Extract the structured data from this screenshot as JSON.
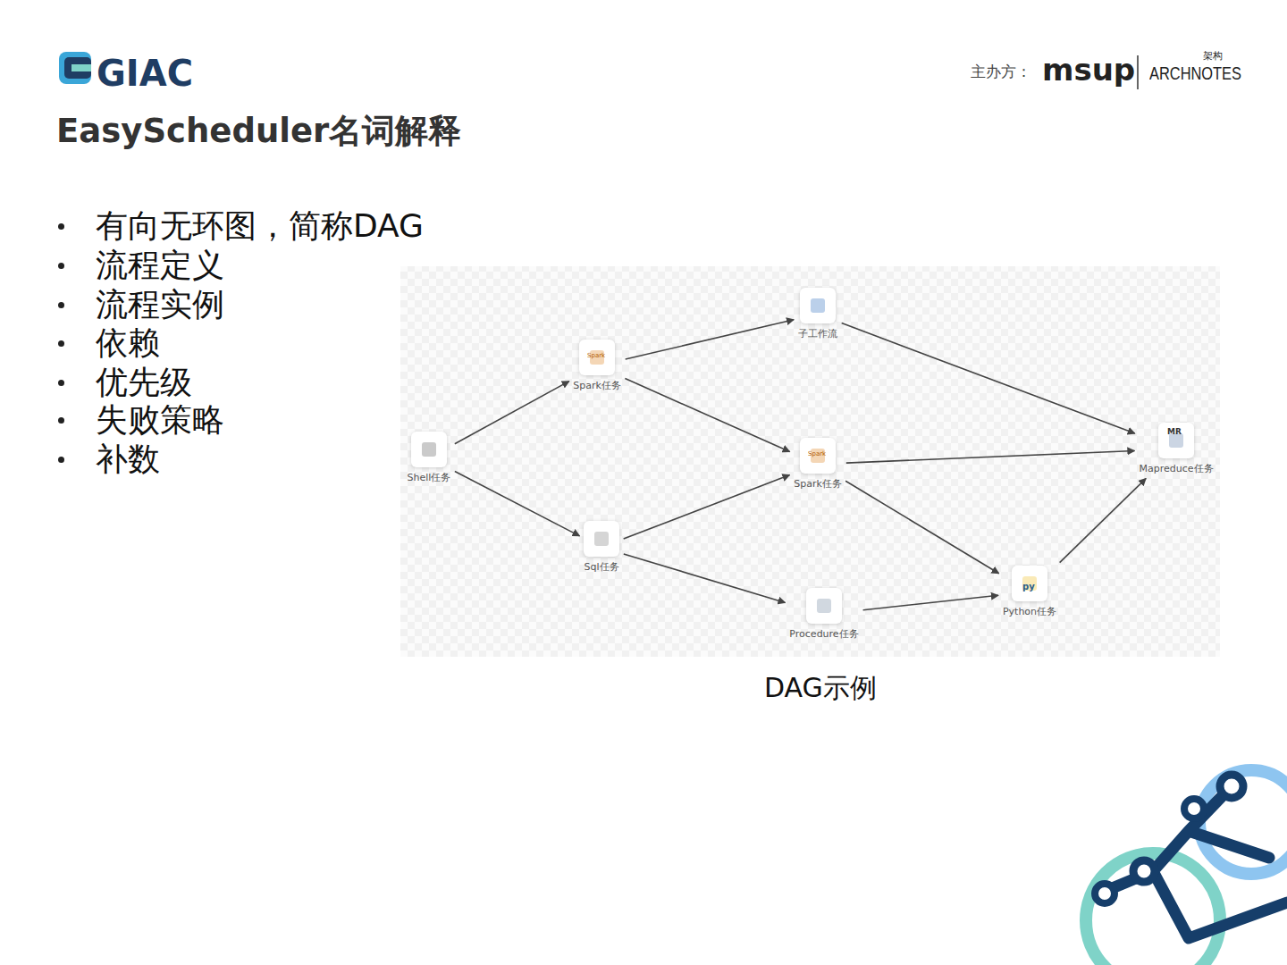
{
  "diagram": {
    "title": "EasyScheduler名词解释",
    "caption": "DAG示例",
    "nodes": [
      {
        "text": [
          "Shell任务"
        ]
      },
      {
        "text": [
          "Spark任务"
        ]
      },
      {
        "text": [
          "Sql任务"
        ]
      },
      {
        "text": [
          "子工作流"
        ]
      },
      {
        "text": [
          "Spark任务"
        ]
      },
      {
        "text": [
          "Procedure任务"
        ]
      },
      {
        "text": [
          "Python任务"
        ]
      },
      {
        "text": [
          "Mapreduce任务"
        ]
      }
    ],
    "edges": [
      {
        "from": 0,
        "to": 1,
        "arrow": "to"
      },
      {
        "from": 0,
        "to": 2,
        "arrow": "to"
      },
      {
        "from": 1,
        "to": 3,
        "arrow": "to"
      },
      {
        "from": 1,
        "to": 4,
        "arrow": "to"
      },
      {
        "from": 2,
        "to": 4,
        "arrow": "to"
      },
      {
        "from": 2,
        "to": 5,
        "arrow": "to"
      },
      {
        "from": 3,
        "to": 7,
        "arrow": "to"
      },
      {
        "from": 4,
        "to": 7,
        "arrow": "to"
      },
      {
        "from": 4,
        "to": 6,
        "arrow": "to"
      },
      {
        "from": 5,
        "to": 6,
        "arrow": "to"
      },
      {
        "from": 6,
        "to": 7,
        "arrow": "to"
      }
    ],
    "labels": [
      "GIAC",
      "主办方：",
      "msup",
      "ARCHNOTES",
      "架构",
      "有向无环图，简称DAG",
      "流程定义",
      "流程实例",
      "依赖",
      "优先级",
      "失败策略",
      "补数",
      "Spark",
      "Spark",
      "MR",
      "py"
    ]
  }
}
